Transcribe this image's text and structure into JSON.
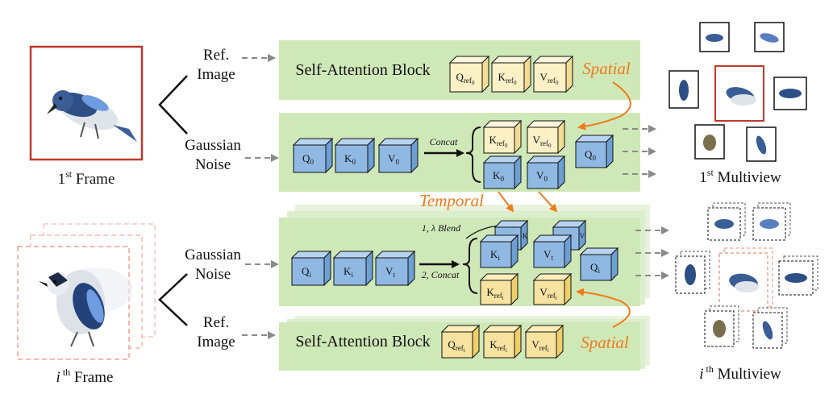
{
  "colors": {
    "block_green": "#cfe8b8",
    "cube_blue": "#8fb9e3",
    "cube_yellow": "#f7e3a0",
    "cube_cream": "#fbf0c6",
    "accent_orange": "#f07a1a",
    "frame_red": "#c0392b",
    "frame_pink": "#f0a090"
  },
  "left": {
    "frame1_caption_base": "1",
    "frame1_caption_sup": "st",
    "frame1_caption_text": " Frame",
    "framei_caption_base": "i",
    "framei_caption_sup": " th",
    "framei_caption_text": " Frame"
  },
  "inputs": {
    "ref_line1": "Ref.",
    "ref_line2": "Image",
    "noise_line1": "Gaussian",
    "noise_line2": "Noise"
  },
  "blocks": {
    "self_attention": "Self-Attention Block",
    "spatial": "Spatial",
    "temporal": "Temporal",
    "concat": "Concat",
    "concat2": "2, Concat",
    "blend": "1, λ Blend"
  },
  "cubes_top_ref": {
    "q": "Q",
    "k": "K",
    "v": "V",
    "sub": "ref",
    "subsub": "0"
  },
  "cubes_top_main": {
    "q": "Q",
    "k": "K",
    "v": "V",
    "sub": "0"
  },
  "cubes_bot_main": {
    "q": "Q",
    "k": "K",
    "v": "V",
    "sub_i": "i",
    "sub_t": "t"
  },
  "cubes_bot_ref": {
    "q": "Q",
    "k": "K",
    "v": "V",
    "sub": "ref",
    "subsub": "i"
  },
  "right": {
    "mv1_base": "1",
    "mv1_sup": "st",
    "mv1_text": " Multiview",
    "mvi_base": "i",
    "mvi_sup": " th",
    "mvi_text": " Multiview"
  }
}
